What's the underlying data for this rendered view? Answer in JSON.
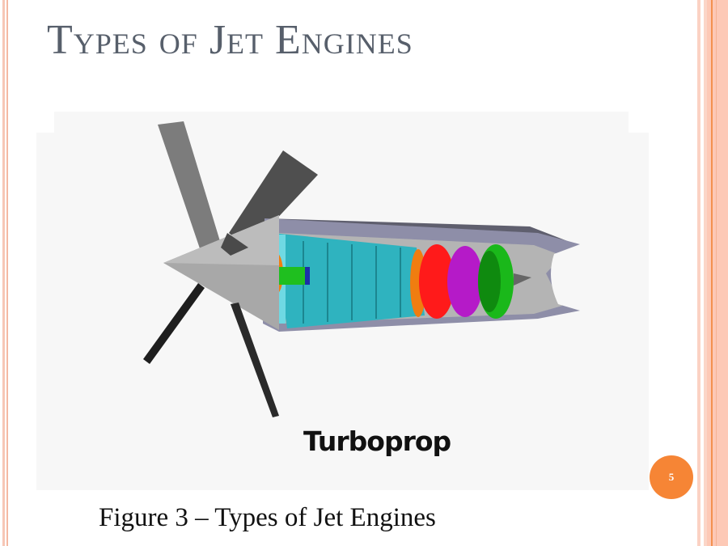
{
  "slide": {
    "title": "Types of Jet Engines",
    "page_number": "5",
    "caption": "Figure 3 – Types of Jet Engines"
  },
  "figure": {
    "label": "Turboprop",
    "description": "Cutaway illustration of a turboprop engine with propeller blades",
    "parts": [
      {
        "name": "propeller-blades",
        "color": "#7a7a7a"
      },
      {
        "name": "spinner-cone",
        "color": "#a8a8a8"
      },
      {
        "name": "compressor",
        "color": "#2bb5c0"
      },
      {
        "name": "combustor",
        "color": "#ff1a1a"
      },
      {
        "name": "high-pressure-turbine",
        "color": "#b51ac8"
      },
      {
        "name": "low-pressure-turbine",
        "color": "#1ab81a"
      },
      {
        "name": "shaft",
        "color": "#1fbf1f"
      },
      {
        "name": "gearbox",
        "color": "#f07d10"
      },
      {
        "name": "casing",
        "color": "#8a8aa8"
      }
    ]
  },
  "colors": {
    "title": "#575f6b",
    "badge": "#f68535",
    "border_accent": "#f4914f",
    "border_light": "#fdc9b6"
  }
}
